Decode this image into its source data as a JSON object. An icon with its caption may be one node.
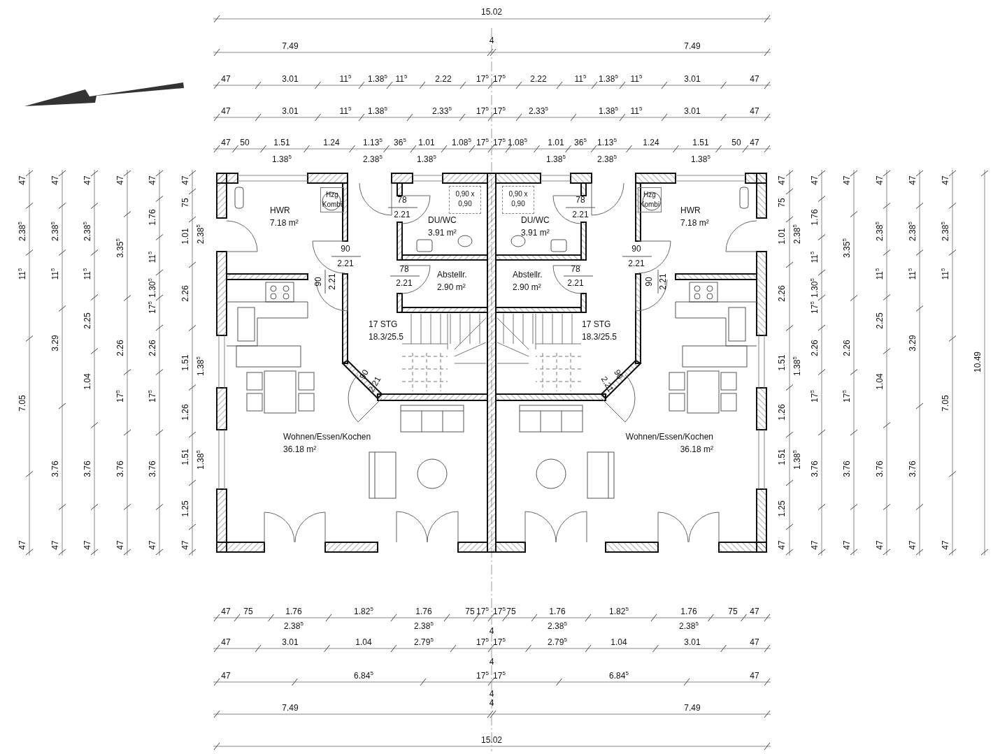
{
  "diagram": {
    "nodes": [
      {
        "text": [
          "HWR",
          "7.18 m²"
        ]
      },
      {
        "text": [
          "Hzg Kombi"
        ],
        "in": 0
      },
      {
        "text": [
          "DU/WC",
          "3.91 m²"
        ]
      },
      {
        "text": [
          "0,90 x 0,90"
        ],
        "in": 2
      },
      {
        "text": [
          "DU/WC",
          "3.91 m²"
        ]
      },
      {
        "text": [
          "0,90 x 0,90"
        ],
        "in": 4
      },
      {
        "text": [
          "HWR",
          "7.18 m²"
        ]
      },
      {
        "text": [
          "Hzg Kombi"
        ],
        "in": 6
      },
      {
        "text": [
          "Abstellr.",
          "2.90 m²"
        ]
      },
      {
        "text": [
          "Abstellr.",
          "2.90 m²"
        ]
      },
      {
        "text": [
          "17 STG",
          "18.3/25.5"
        ]
      },
      {
        "text": [
          "17 STG",
          "18.3/25.5"
        ]
      },
      {
        "text": [
          "Wohnen/Essen/Kochen",
          "36.18 m²"
        ]
      },
      {
        "text": [
          "Wohnen/Essen/Kochen",
          "36.18 m²"
        ]
      }
    ],
    "labels": [
      "15.02",
      "7.49",
      "4",
      "7.49",
      "47",
      "3.01",
      "11$^{5}$",
      "1.38$^{5}$",
      "11$^{5}$",
      "2.22",
      "17$^{5}$",
      "17$^{5}$",
      "2.22",
      "11$^{5}$",
      "1.38$^{5}$",
      "11$^{5}$",
      "3.01",
      "47",
      "47",
      "3.01",
      "11$^{5}$",
      "1.38$^{5}$",
      "2.33$^{5}$",
      "17$^{5}$",
      "17$^{5}$",
      "2.33$^{5}$",
      "1.38$^{5}$",
      "11$^{5}$",
      "3.01",
      "47",
      "47",
      "50",
      "1.51",
      "1.24",
      "1.13$^{5}$",
      "36$^{5}$",
      "1.01",
      "1.08$^{5}$",
      "17$^{5}$",
      "17$^{5}$",
      "1.08$^{5}$",
      "1.01",
      "36$^{5}$",
      "1.13$^{5}$",
      "1.24",
      "1.51",
      "50",
      "47",
      "1.38$^{5}$",
      "2.38$^{5}$",
      "1.38$^{5}$",
      "1.38$^{5}$",
      "2.38$^{5}$",
      "1.38$^{5}$",
      "47",
      "2.38$^{5}$",
      "11$^{5}$",
      "7.05",
      "47",
      "47",
      "2.38$^{5}$",
      "11$^{5}$",
      "3.29",
      "3.76",
      "47",
      "47",
      "2.38$^{5}$",
      "11$^{5}$",
      "2.25",
      "1.04",
      "3.76",
      "47",
      "47",
      "3.35$^{5}$",
      "2.26",
      "17$^{5}$",
      "3.76",
      "47",
      "47",
      "1.76",
      "11$^{5}$",
      "1.30$^{5}$",
      "17$^{5}$",
      "2.26",
      "17$^{5}$",
      "3.76",
      "47",
      "47",
      "75",
      "1.01",
      "2.26",
      "1.51",
      "1.26",
      "1.51",
      "1.25",
      "47",
      "2.38$^{5}$",
      "1.38$^{5}$",
      "1.38$^{5}$",
      "78",
      "2.21",
      "90",
      "2.21",
      "90",
      "2.21",
      "78",
      "2.21",
      "90",
      "2.21",
      "78",
      "2.21",
      "90",
      "2.21",
      "90",
      "2.21",
      "78",
      "2.21",
      "90",
      "2.21",
      "47",
      "75",
      "1.01",
      "2.26",
      "1.51",
      "1.26",
      "1.51",
      "1.25",
      "47",
      "2.38$^{5}$",
      "1.38$^{5}$",
      "1.38$^{5}$",
      "47",
      "1.76",
      "11$^{5}$",
      "1.30$^{5}$",
      "17$^{5}$",
      "2.26",
      "17$^{5}$",
      "3.76",
      "47",
      "47",
      "3.35$^{5}$",
      "2.26",
      "17$^{5}$",
      "3.76",
      "47",
      "47",
      "2.38$^{5}$",
      "11$^{5}$",
      "2.25",
      "1.04",
      "3.76",
      "47",
      "47",
      "2.38$^{5}$",
      "11$^{5}$",
      "3.29",
      "3.76",
      "47",
      "47",
      "2.38$^{5}$",
      "11$^{5}$",
      "7.05",
      "47",
      "10.49",
      "47",
      "75",
      "1.76",
      "1.82$^{5}$",
      "1.76",
      "75",
      "17$^{5}$",
      "17$^{5}$",
      "75",
      "1.76",
      "1.82$^{5}$",
      "1.76",
      "75",
      "47",
      "2.38$^{5}$",
      "2.38$^{5}$",
      "2.38$^{5}$",
      "2.38$^{5}$",
      "4",
      "47",
      "3.01",
      "1.04",
      "2.79$^{5}$",
      "17$^{5}$",
      "17$^{5}$",
      "2.79$^{5}$",
      "1.04",
      "3.01",
      "47",
      "4",
      "47",
      "6.84$^{5}$",
      "17$^{5}$",
      "17$^{5}$",
      "6.84$^{5}$",
      "47",
      "4",
      "4",
      "7.49",
      "7.49",
      "15.02"
    ]
  }
}
